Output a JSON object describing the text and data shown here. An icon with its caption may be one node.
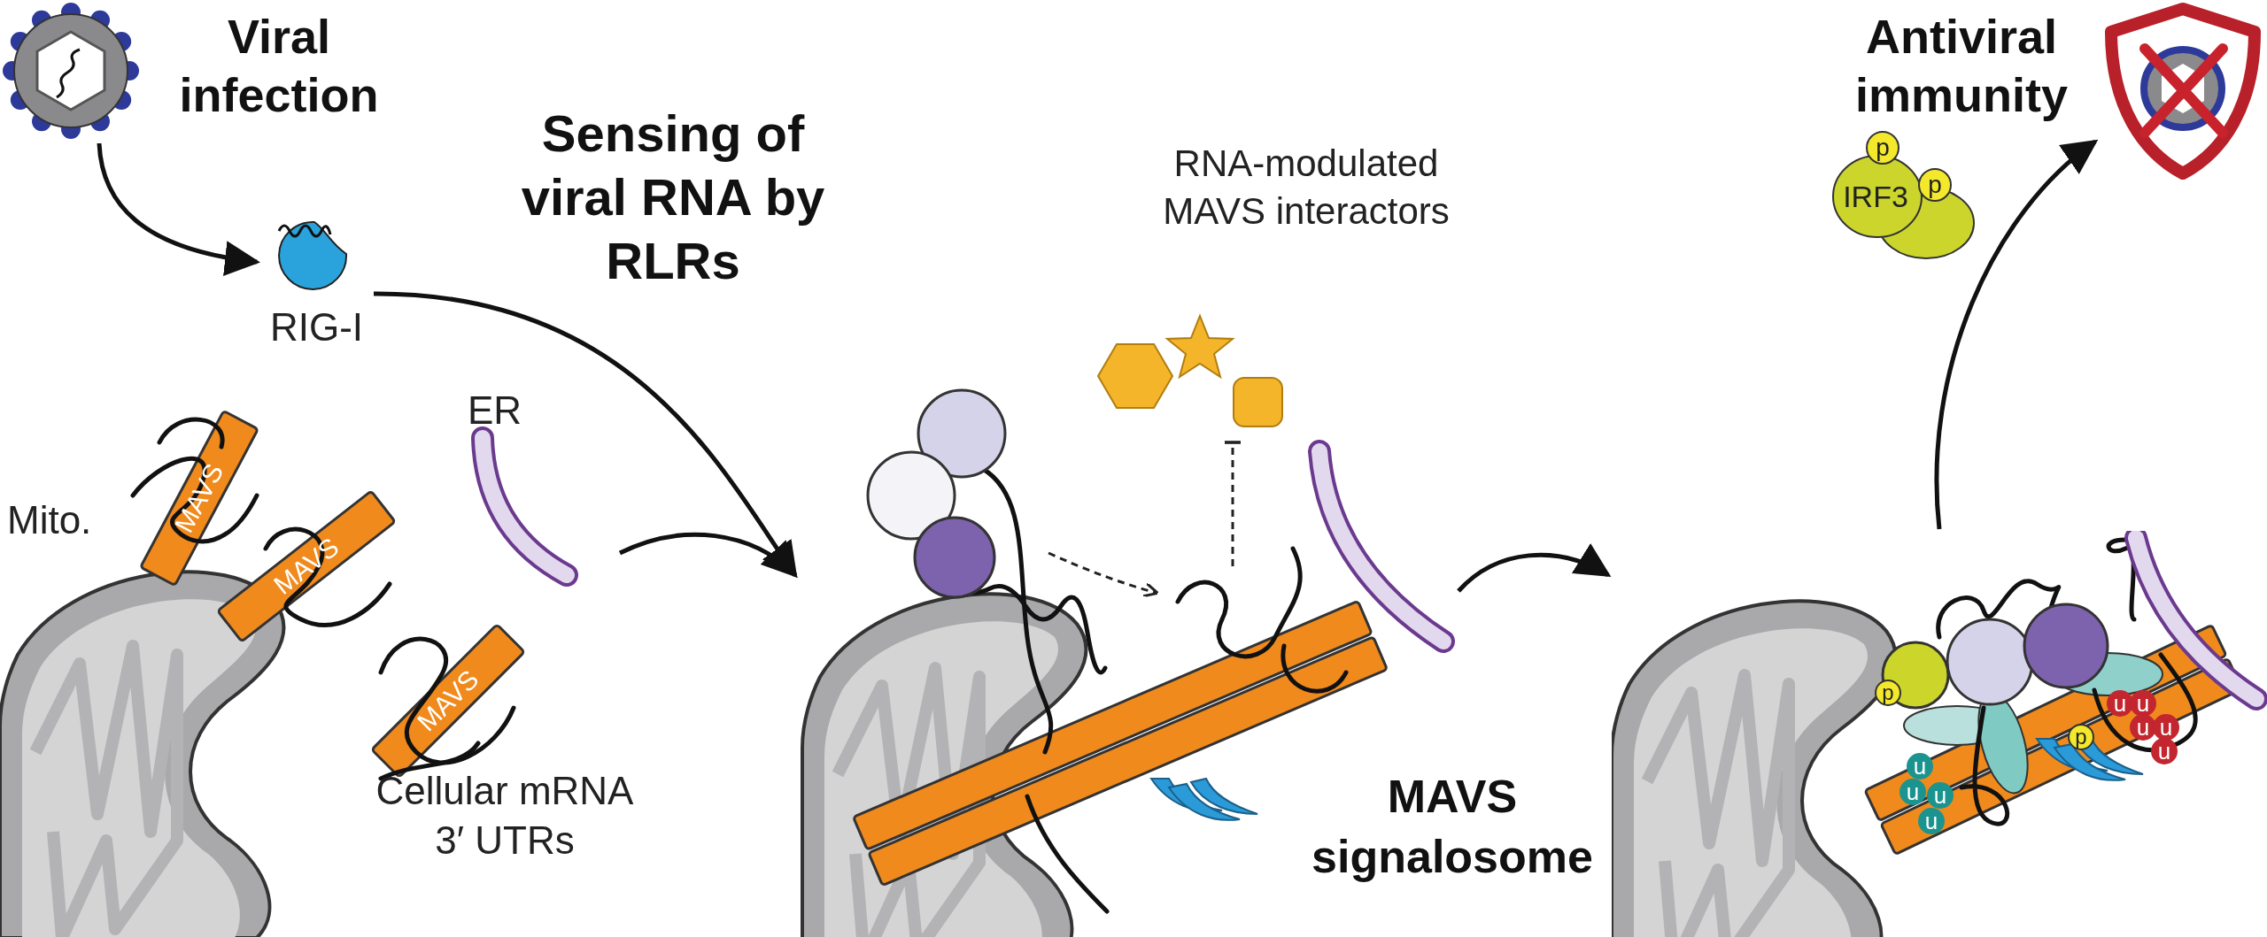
{
  "diagram": {
    "nodes": [
      {
        "text": [],
        "shape": "picture",
        "beside": [
          "Viral infection"
        ]
      },
      {
        "text": [
          "RIG-I"
        ]
      },
      {
        "text": [],
        "shape": "picture"
      },
      {
        "text": [],
        "shape": "picture"
      },
      {
        "text": [],
        "shape": "picture"
      },
      {
        "text": [],
        "shape": "picture",
        "beside": [
          "Antiviral immunity"
        ]
      }
    ],
    "edges": [
      {
        "from": 0,
        "to": 1,
        "arrow": "to"
      },
      {
        "from": 1,
        "to": 3,
        "arrow": "to"
      },
      {
        "from": 2,
        "to": 3,
        "arrow": "to"
      },
      {
        "from": 3,
        "to": 4,
        "arrow": "to"
      },
      {
        "from": 4,
        "to": 5,
        "arrow": "to"
      }
    ],
    "labels": [
      "Sensing of viral RNA by RLRs",
      "Mito.",
      "MAVS",
      "MAVS",
      "MAVS",
      "ER",
      "Cellular mRNA 3′ UTRs",
      "RNA-modulated MAVS interactors",
      "IRF3",
      "p",
      "p",
      "MAVS signalosome",
      "p",
      "p",
      "u",
      "u",
      "u",
      "u",
      "u",
      "u",
      "u",
      "u",
      "u"
    ]
  }
}
